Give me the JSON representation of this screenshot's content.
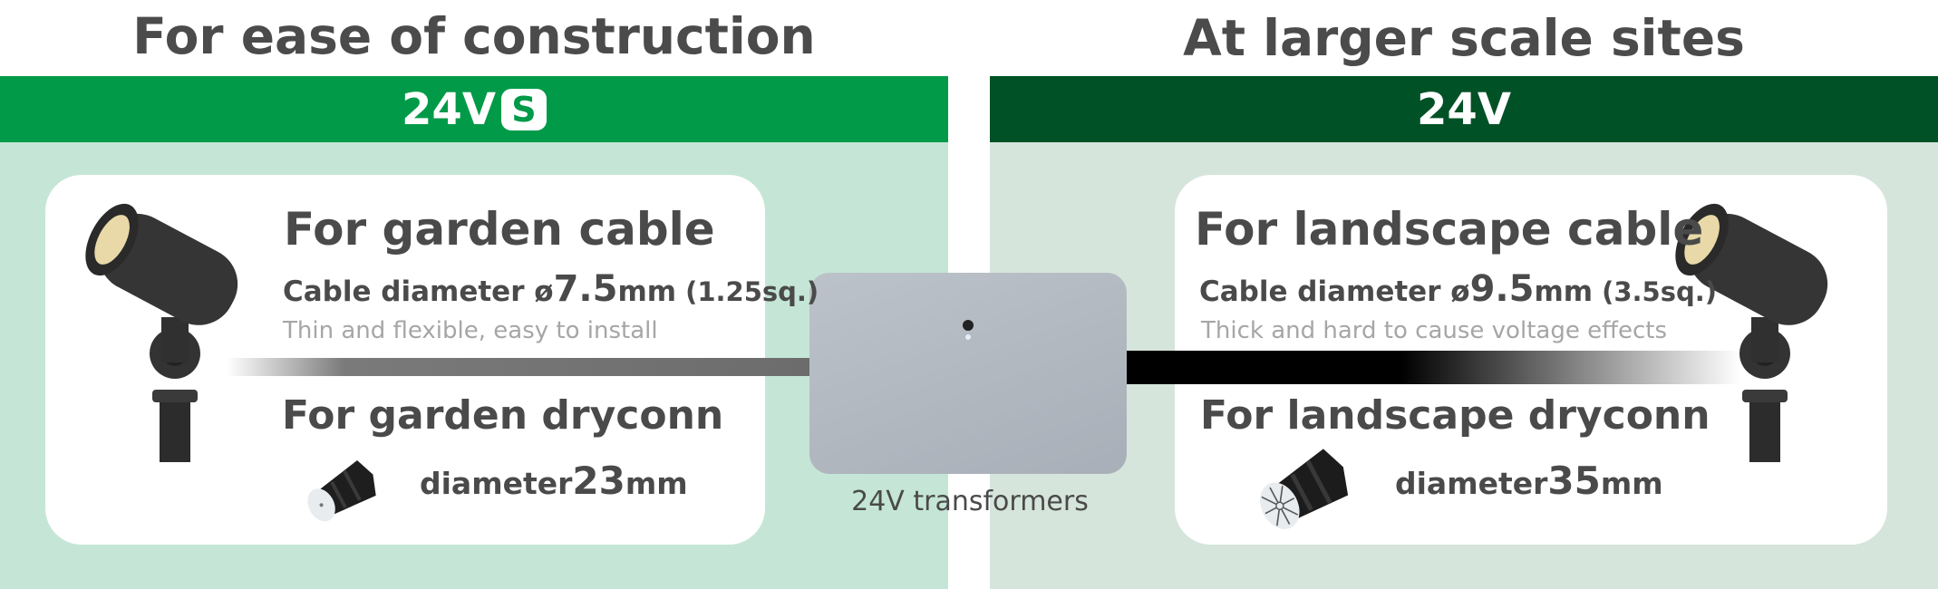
{
  "left": {
    "heading": "For ease of construction",
    "band_label": "24V",
    "band_badge": "S",
    "cable_title": "For garden cable",
    "cable_spec_prefix": "Cable diameter ø",
    "cable_spec_value": "7.5",
    "cable_spec_unit": "mm",
    "cable_spec_paren": "(1.25sq.)",
    "cable_note": "Thin and flexible, easy to install",
    "dryconn_title": "For garden dryconn",
    "dryconn_prefix": "diameter",
    "dryconn_value": "23",
    "dryconn_unit": "mm"
  },
  "right": {
    "heading": "At larger scale sites",
    "band_label": "24V",
    "cable_title": "For landscape cable",
    "cable_spec_prefix": "Cable diameter ø",
    "cable_spec_value": "9.5",
    "cable_spec_unit": "mm",
    "cable_spec_paren": "(3.5sq.)",
    "cable_note": "Thick and hard to cause voltage effects",
    "dryconn_title": "For landscape dryconn",
    "dryconn_prefix": "diameter",
    "dryconn_value": "35",
    "dryconn_unit": "mm"
  },
  "transformer": {
    "caption": "24V transformers"
  },
  "icons": [
    "spotlight-icon",
    "dryconn-connector-icon",
    "transformer-box-icon"
  ],
  "colors": {
    "left_band": "#009a48",
    "right_band": "#005226",
    "left_panel": "#c5e6d6",
    "right_panel": "#d6e5dc",
    "transformer": "#b0b6bf"
  }
}
